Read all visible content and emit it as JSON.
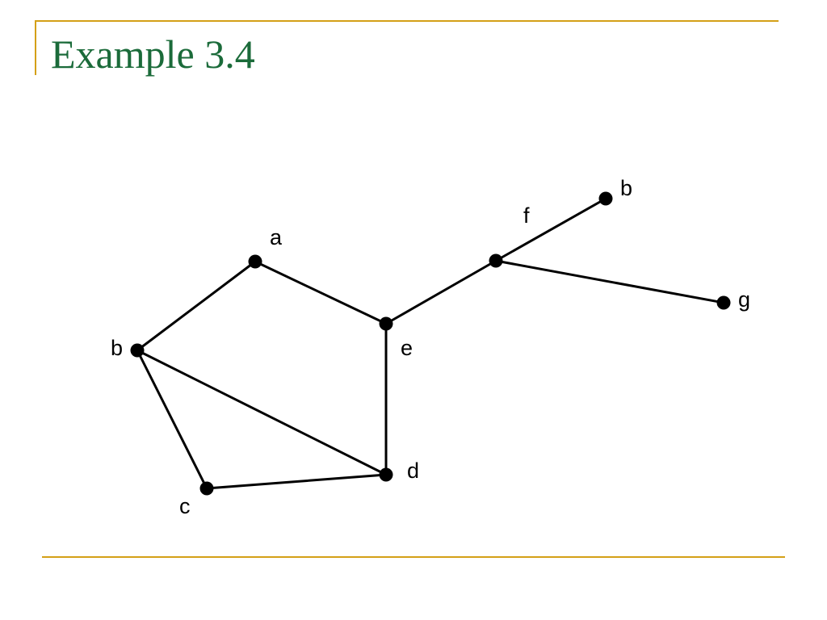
{
  "slide": {
    "title": "Example 3.4",
    "accent_color": "#d4a017",
    "title_color": "#1b6b3a"
  },
  "graph": {
    "nodes": [
      {
        "id": "a",
        "label": "a"
      },
      {
        "id": "b1",
        "label": "b"
      },
      {
        "id": "c",
        "label": "c"
      },
      {
        "id": "d",
        "label": "d"
      },
      {
        "id": "e",
        "label": "e"
      },
      {
        "id": "f",
        "label": "f"
      },
      {
        "id": "b2",
        "label": "b"
      },
      {
        "id": "g",
        "label": "g"
      }
    ],
    "edges": [
      [
        "b1",
        "a"
      ],
      [
        "a",
        "e"
      ],
      [
        "b1",
        "c"
      ],
      [
        "b1",
        "d"
      ],
      [
        "c",
        "d"
      ],
      [
        "e",
        "d"
      ],
      [
        "e",
        "f"
      ],
      [
        "f",
        "b2"
      ],
      [
        "f",
        "g"
      ]
    ]
  }
}
